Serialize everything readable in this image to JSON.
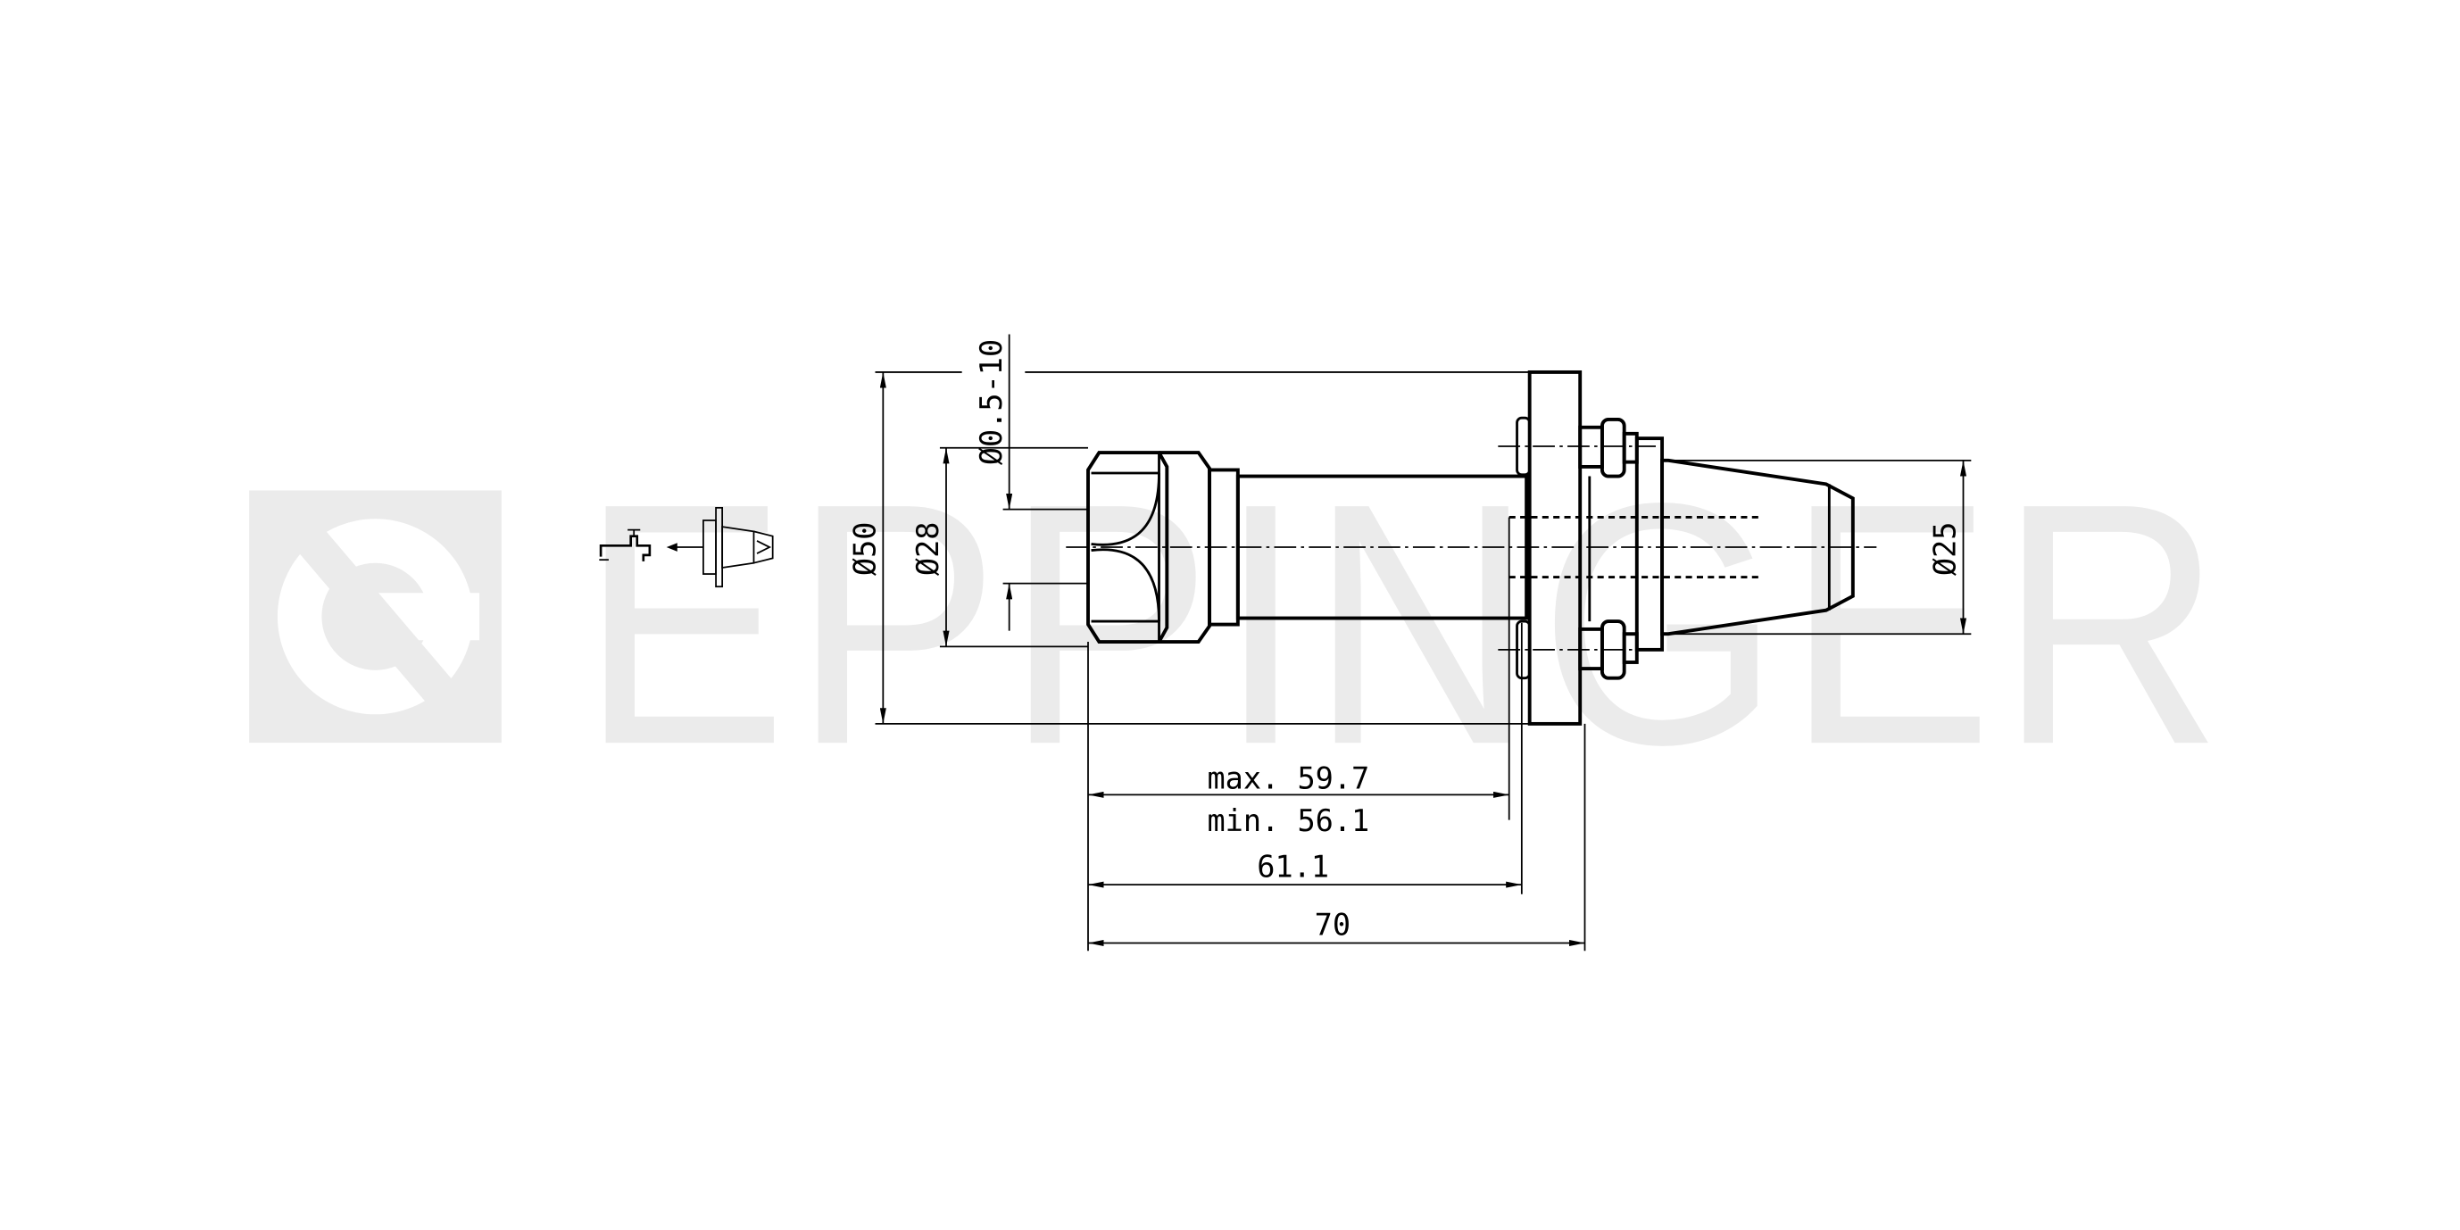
{
  "watermark": {
    "brand": "EPPINGER",
    "color": "#ebebeb"
  },
  "dimensions": {
    "outer_diameter": "Ø50",
    "nut_diameter": "Ø28",
    "clamping_range": "Ø0.5-10",
    "shank_diameter": "Ø25",
    "max_length": "max. 59.7",
    "min_length": "min. 56.1",
    "length_flange": "61.1",
    "overall_length": "70"
  },
  "icons": {
    "coolant": "faucet-icon",
    "tool": "tool-holder-icon"
  }
}
